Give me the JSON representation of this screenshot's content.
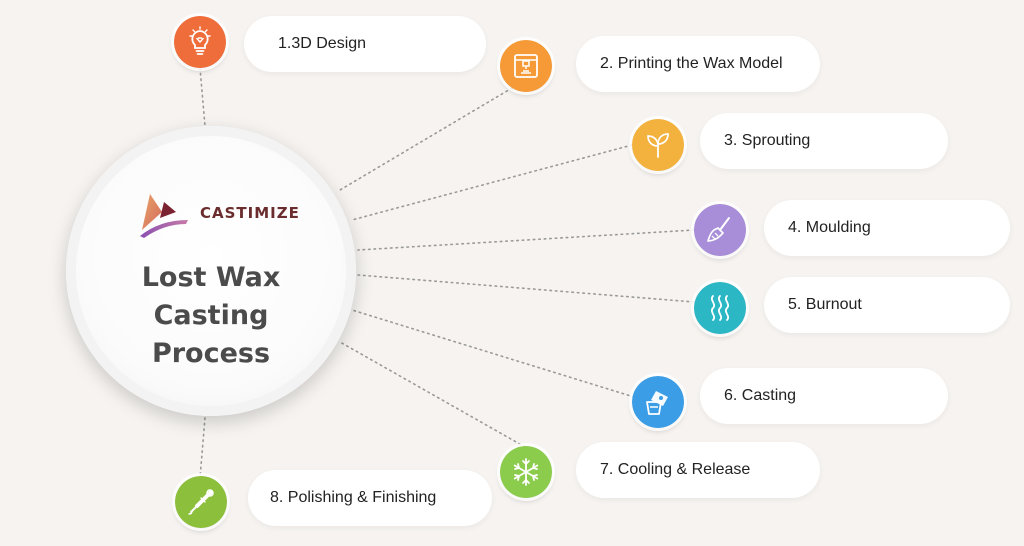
{
  "hub": {
    "brand": "CASTIMIZE",
    "title_lines": [
      "Lost Wax",
      "Casting",
      "Process"
    ]
  },
  "steps": [
    {
      "label": "1.3D Design",
      "color": "#ef6d3a",
      "icon": "lightbulb-icon"
    },
    {
      "label": "2. Printing the Wax Model",
      "color": "#f59a36",
      "icon": "3d-printer-icon"
    },
    {
      "label": "3. Sprouting",
      "color": "#f3b23e",
      "icon": "sprout-icon"
    },
    {
      "label": "4. Moulding",
      "color": "#a88ed8",
      "icon": "brush-hand-icon"
    },
    {
      "label": "5. Burnout",
      "color": "#2cb7c4",
      "icon": "heat-waves-icon"
    },
    {
      "label": "6. Casting",
      "color": "#3a9de6",
      "icon": "crucible-icon"
    },
    {
      "label": "7. Cooling & Release",
      "color": "#8ccc4d",
      "icon": "snowflake-icon"
    },
    {
      "label": "8. Polishing & Finishing",
      "color": "#8cbf3b",
      "icon": "polishing-tool-icon"
    }
  ],
  "colors": {
    "background": "#f6f3f0",
    "connector": "#9a9a9a",
    "brand_text": "#6a2c2c",
    "title_text": "#4b4b4b"
  }
}
